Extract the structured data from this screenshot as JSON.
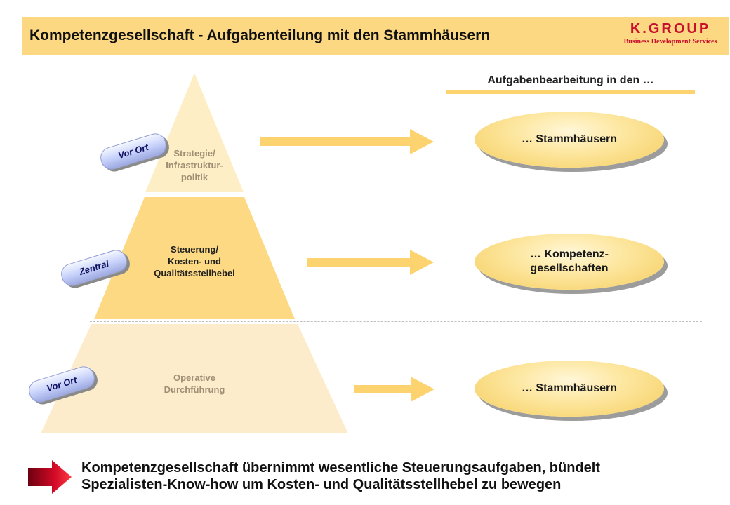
{
  "header": {
    "title": "Kompetenzgesellschaft - Aufgabenteilung mit den Stammhäusern",
    "brand_name": "K.GROUP",
    "brand_subtitle": "Business Development Services"
  },
  "section_heading": "Aufgabenbearbeitung in den …",
  "layers": [
    {
      "label_line1": "Strategie/",
      "label_line2": "Infrastruktur-",
      "label_line3": "politik",
      "badge": "Vor Ort",
      "target": "… Stammhäusern",
      "target_line2": ""
    },
    {
      "label_line1": "Steuerung/",
      "label_line2": "Kosten- und",
      "label_line3": "Qualitätsstellhebel",
      "badge": "Zentral",
      "target": "… Kompetenz-",
      "target_line2": "gesellschaften"
    },
    {
      "label_line1": "Operative",
      "label_line2": "Durchführung",
      "label_line3": "",
      "badge": "Vor Ort",
      "target": "… Stammhäusern",
      "target_line2": ""
    }
  ],
  "conclusion": {
    "line1": "Kompetenzgesellschaft übernimmt wesentliche Steuerungsaufgaben, bündelt",
    "line2": "Spezialisten-Know-how um Kosten- und Qualitätsstellhebel zu bewegen"
  },
  "colors": {
    "header_bg": "#fcd882",
    "brand": "#c8102e",
    "layer_top": "#fdeec5",
    "layer_middle": "#fcd982",
    "layer_bottom": "#fdeccb",
    "arrow": "#fcd36e",
    "conclusion_arrow": "#b8001f"
  },
  "icons": [
    "right-arrow-icon",
    "red-arrow-icon"
  ]
}
